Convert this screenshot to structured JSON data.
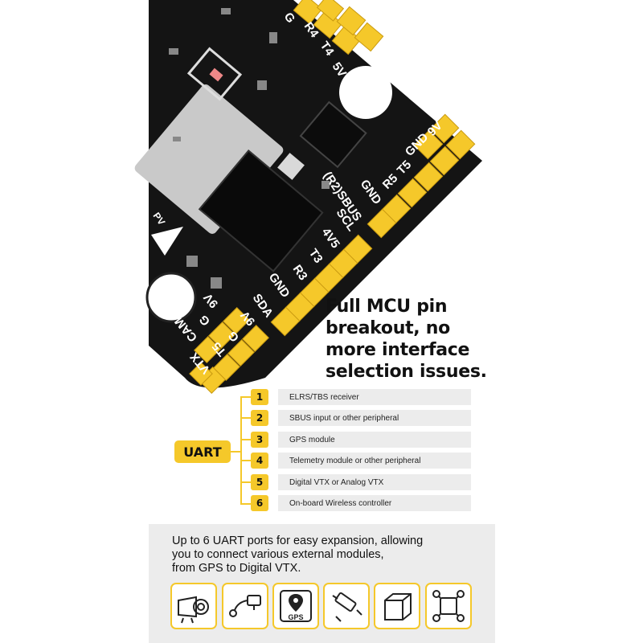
{
  "board": {
    "pin_labels": {
      "top_group": [
        "G",
        "R4",
        "T4",
        "5V"
      ],
      "right_group": [
        "9V",
        "GND",
        "T5",
        "R5"
      ],
      "middle_group": [
        "GND",
        "(R2)SBUS",
        "SCL",
        "4V5",
        "T3",
        "R3",
        "GND",
        "SDA"
      ],
      "left_group_upper": [
        "9V",
        "G",
        "CAM"
      ],
      "left_group_lower": [
        "9V",
        "G",
        "T5",
        "VTX"
      ],
      "side_text": "PV"
    },
    "colors": {
      "pcb": "#141414",
      "pad": "#f5c82a",
      "silk": "#ffffff"
    }
  },
  "headline": {
    "lines": [
      "Full MCU pin",
      "breakout, no",
      "more interface",
      "selection issues."
    ]
  },
  "uart": {
    "badge": "UART",
    "items": [
      {
        "num": "1",
        "desc": "ELRS/TBS receiver"
      },
      {
        "num": "2",
        "desc": "SBUS input or other peripheral"
      },
      {
        "num": "3",
        "desc": "GPS module"
      },
      {
        "num": "4",
        "desc": "Telemetry module or other peripheral"
      },
      {
        "num": "5",
        "desc": "Digital VTX or Analog VTX"
      },
      {
        "num": "6",
        "desc": "On-board Wireless controller"
      }
    ]
  },
  "bottom": {
    "lines": [
      "Up to 6 UART ports for easy expansion, allowing",
      "you to connect various external modules,",
      "from GPS to Digital VTX."
    ],
    "icons": [
      "camera-icon",
      "vtx-antenna-icon",
      "gps-icon",
      "receiver-icon",
      "telemetry-module-icon",
      "esc-board-icon"
    ],
    "gps_label": "GPS"
  },
  "accent": "#f5c82a"
}
